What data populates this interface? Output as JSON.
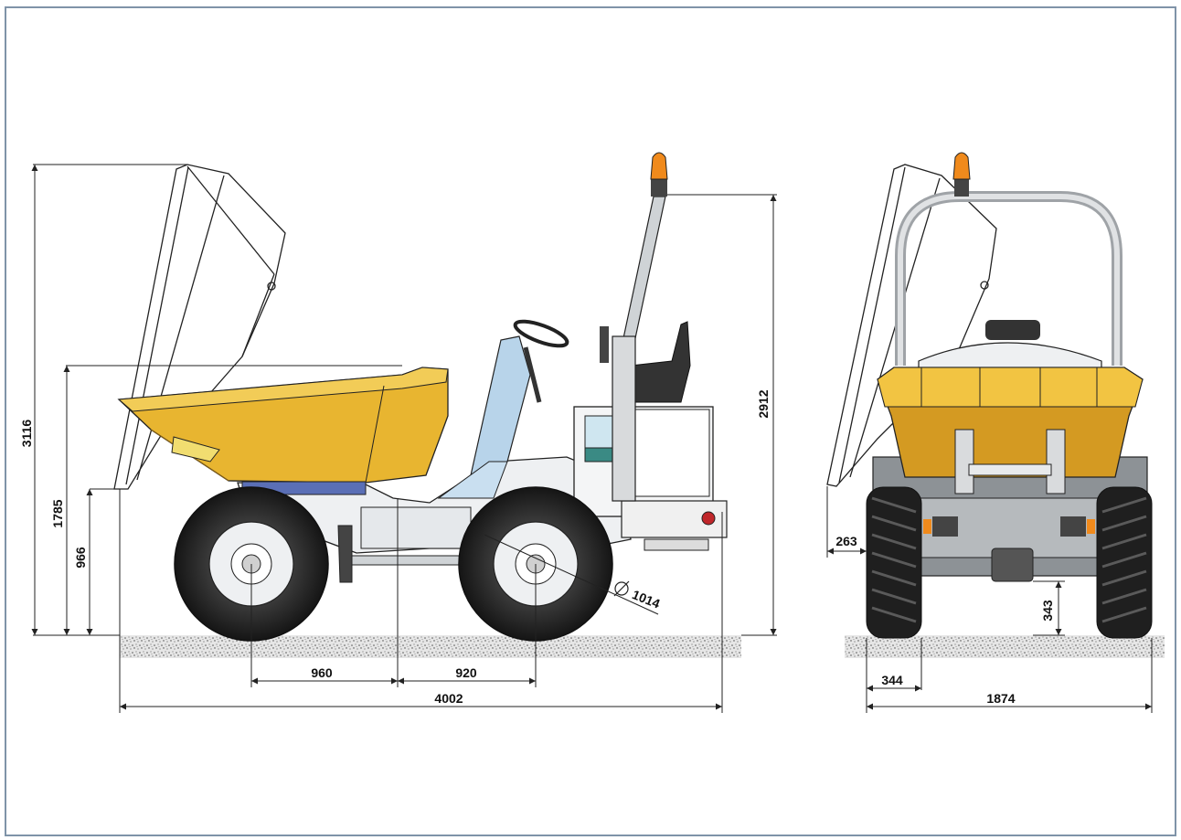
{
  "colors": {
    "frame_border": "#7f93a8",
    "body_yellow": "#e8b530",
    "body_yellow_dark": "#c8901e",
    "chassis_white": "#eef0f2",
    "beacon_orange": "#f08a1c",
    "tyre_dark": "#2a2a2a",
    "ground": "#d9d9d9"
  },
  "side_view": {
    "dimensions": {
      "total_height_tipped": "3116",
      "skip_height": "1785",
      "skip_lip_height": "966",
      "beacon_height": "2912",
      "wheel_diameter": "1014",
      "front_overhang_to_axle": "960",
      "axle_to_rear": "920",
      "overall_length": "4002"
    }
  },
  "front_view": {
    "dimensions": {
      "side_overhang": "263",
      "ground_clearance": "343",
      "tyre_width": "344",
      "overall_width": "1874"
    }
  }
}
